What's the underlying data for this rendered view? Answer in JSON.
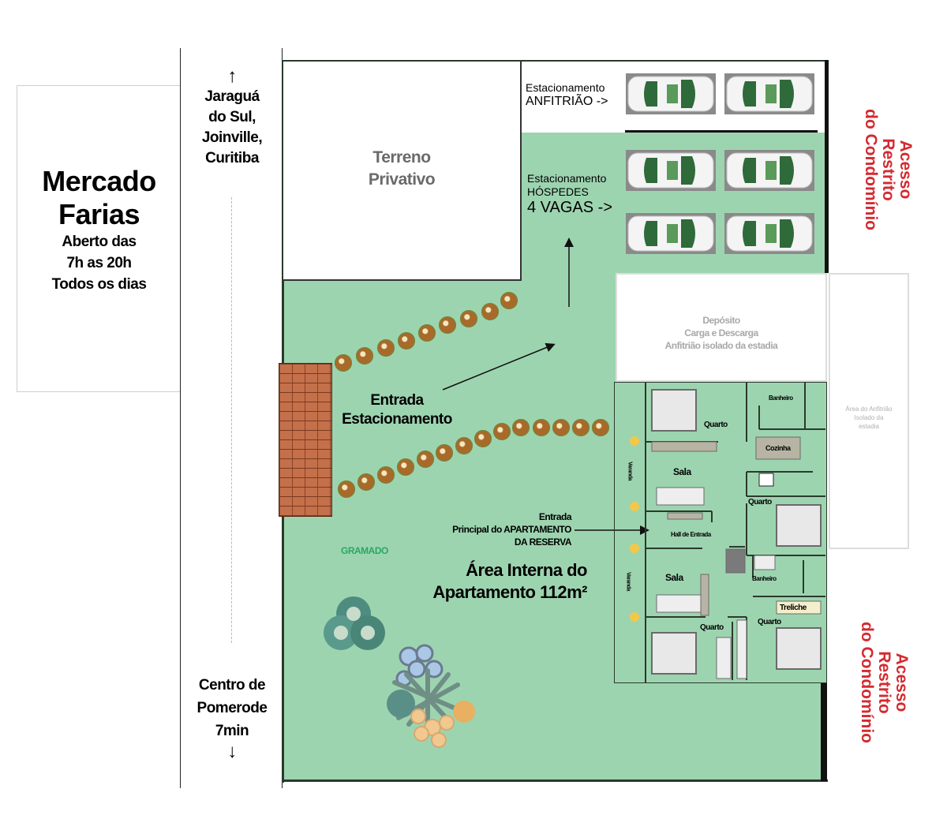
{
  "market": {
    "name_line1": "Mercado",
    "name_line2": "Farias",
    "hours_line1": "Aberto das",
    "hours_line2": "7h as 20h",
    "hours_line3": "Todos os dias"
  },
  "road": {
    "north_arrow": "↑",
    "north_line1": "Jaraguá",
    "north_line2": "do Sul,",
    "north_line3": "Joinville,",
    "north_line4": "Curitiba",
    "south_line1": "Centro de",
    "south_line2": "Pomerode",
    "south_line3": "7min",
    "south_arrow": "↓"
  },
  "private_land": {
    "line1": "Terreno",
    "line2": "Privativo"
  },
  "parking": {
    "host_line1": "Estacionamento",
    "host_line2": "ANFITRIÃO ->",
    "guest_line1": "Estacionamento",
    "guest_line2": "HÓSPEDES",
    "guest_line3": "4 VAGAS ->",
    "host_spots": 2,
    "guest_spots": 4
  },
  "restricted": {
    "line1": "Acesso",
    "line2": "Restrito",
    "line3": "do Condomínio"
  },
  "storage": {
    "line1": "Depósito",
    "line2": "Carga e Descarga",
    "line3": "Anfitrião isolado da estadia"
  },
  "host_area": {
    "line1": "Área do Anfitrião",
    "line2": "Isolado da",
    "line3": "estadia"
  },
  "labels": {
    "parking_entrance_line1": "Entrada",
    "parking_entrance_line2": "Estacionamento",
    "main_entrance_line1": "Entrada",
    "main_entrance_line2": "Principal do APARTAMENTO",
    "main_entrance_line3": "DA RESERVA",
    "lawn": "GRAMADO",
    "area_line1": "Área Interna do",
    "area_line2": "Apartamento 112m²"
  },
  "rooms": {
    "quarto_1": "Quarto",
    "banheiro_1": "Banheiro",
    "cozinha": "Cozinha",
    "sala_1": "Sala",
    "quarto_2": "Quarto",
    "hall": "Hall de Entrada",
    "sala_2": "Sala",
    "banheiro_2": "Banheiro",
    "treliche": "Treliche",
    "quarto_3": "Quarto",
    "quarto_4": "Quarto",
    "varanda_1": "Varanda",
    "varanda_2": "Varanda"
  },
  "colors": {
    "lawn": "#9dd4b0",
    "restricted_text": "#d42a30",
    "gramado_text": "#2aa860",
    "muted_text": "#a8a8a8"
  }
}
